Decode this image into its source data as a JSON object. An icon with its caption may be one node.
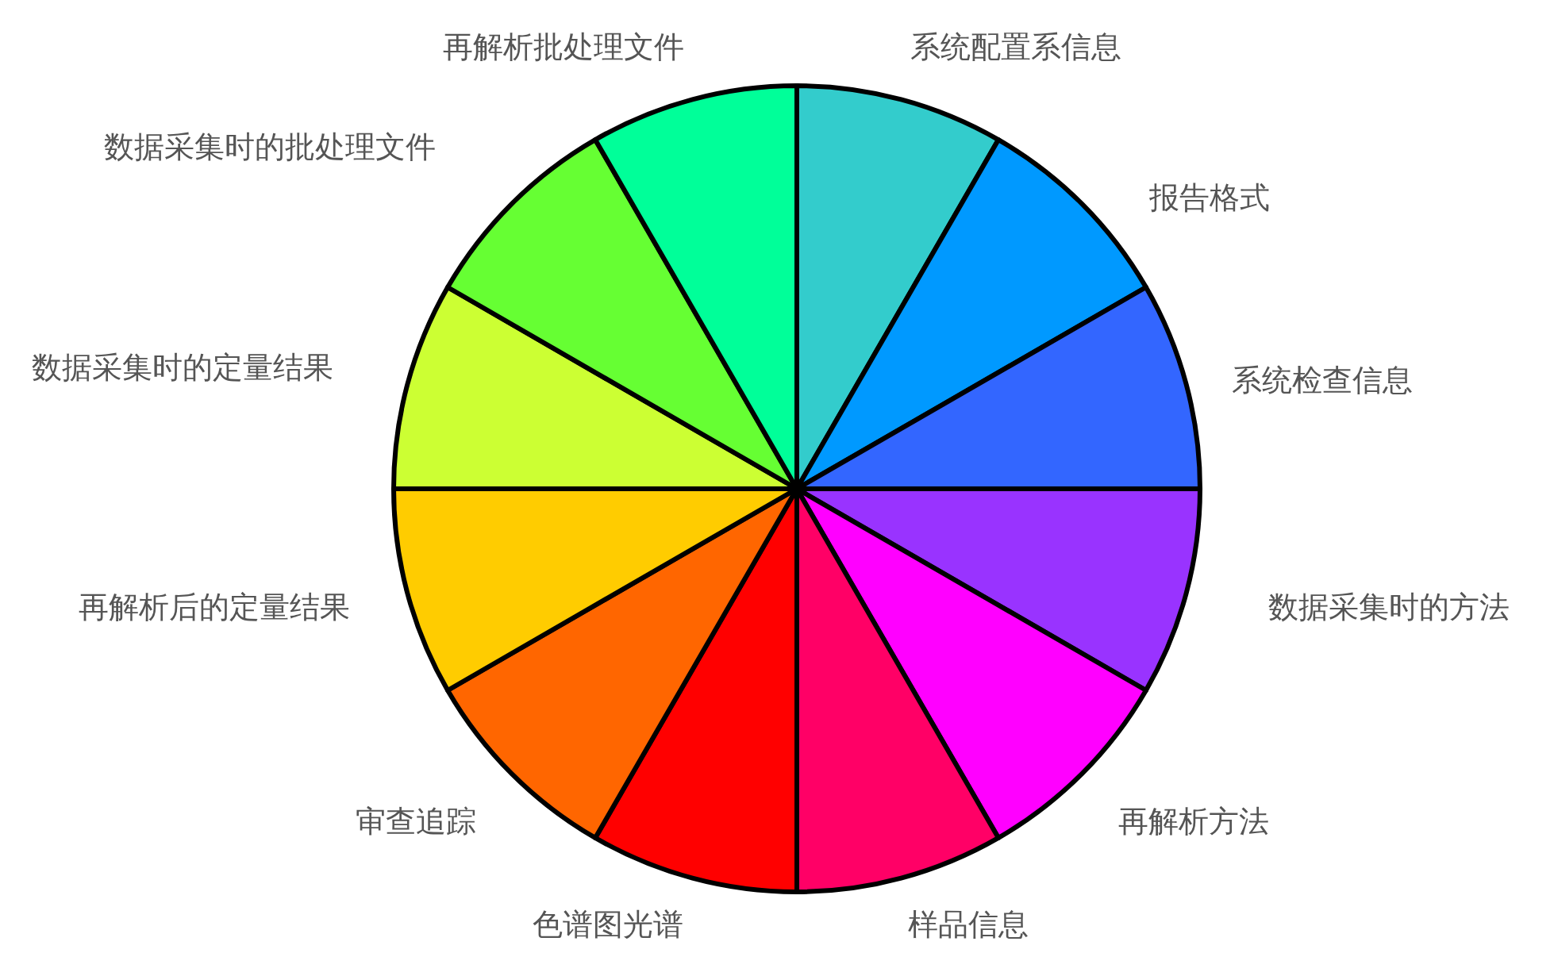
{
  "diagram": {
    "nodes": [
      {
        "text": [
          "系统配置系信息"
        ]
      },
      {
        "text": [
          "报告格式"
        ]
      },
      {
        "text": [
          "系统检查信息"
        ]
      },
      {
        "text": [
          "数据采集时的方法"
        ]
      },
      {
        "text": [
          "再解析方法"
        ]
      },
      {
        "text": [
          "样品信息"
        ]
      },
      {
        "text": [
          "色谱图光谱"
        ]
      },
      {
        "text": [
          "审查追踪"
        ]
      },
      {
        "text": [
          "再解析后的定量结果"
        ]
      },
      {
        "text": [
          "数据采集时的定量结果"
        ]
      },
      {
        "text": [
          "数据采集时的批处理文件"
        ]
      },
      {
        "text": [
          "再解析批处理文件"
        ]
      }
    ]
  }
}
